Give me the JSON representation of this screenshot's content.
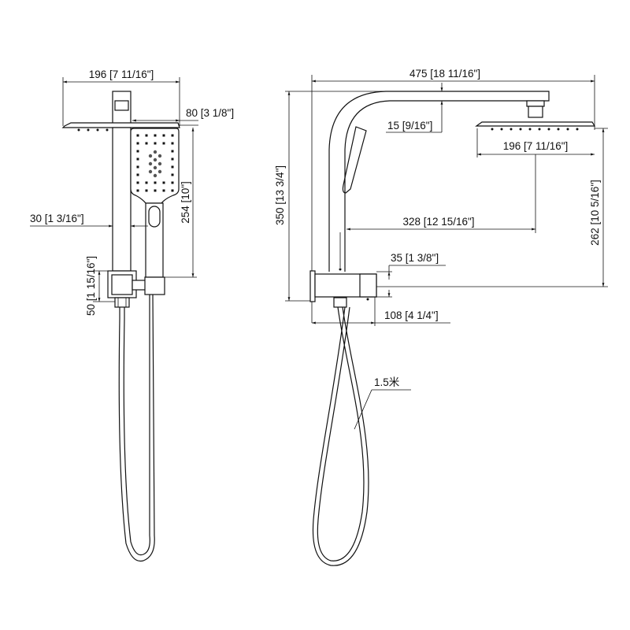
{
  "front_view": {
    "dim_width_head": "196 [7 11/16\"]",
    "dim_handheld_width": "80 [3 1/8\"]",
    "dim_handheld_height": "254 [10\"]",
    "dim_pipe_width": "30 [1 3/16\"]",
    "dim_bracket_height": "50 [1 15/16\"]"
  },
  "side_view": {
    "dim_total_width": "475 [18 11/16\"]",
    "dim_arm_thickness": "15 [9/16\"]",
    "dim_head_width": "196 [7 11/16\"]",
    "dim_total_height": "350 [13 3/4\"]",
    "dim_reach": "328 [12 15/16\"]",
    "dim_head_height": "262 [10 5/16\"]",
    "dim_body_height": "35 [1 3/8\"]",
    "dim_body_depth": "108 [4 1/4\"]",
    "hose_length": "1.5米"
  },
  "colors": {
    "line": "#111111",
    "background": "#ffffff"
  }
}
